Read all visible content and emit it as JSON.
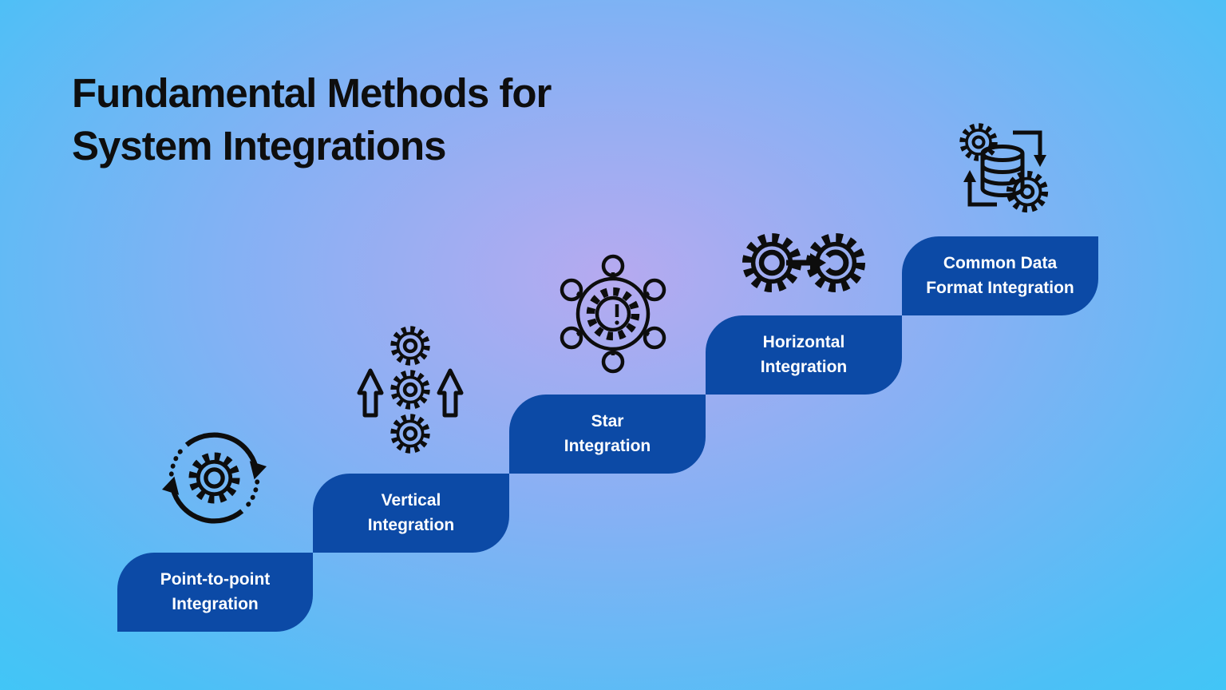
{
  "title": {
    "line1": "Fundamental Methods for",
    "line2": "System Integrations"
  },
  "steps": [
    {
      "label_line1": "Point-to-point",
      "label_line2": "Integration",
      "icon": "sync-gear-icon"
    },
    {
      "label_line1": "Vertical",
      "label_line2": "Integration",
      "icon": "stacked-gears-up-arrows-icon"
    },
    {
      "label_line1": "Star",
      "label_line2": "Integration",
      "icon": "gear-hub-network-icon"
    },
    {
      "label_line1": "Horizontal",
      "label_line2": "Integration",
      "icon": "gear-to-gear-arrow-icon"
    },
    {
      "label_line1": "Common Data",
      "label_line2": "Format Integration",
      "icon": "database-gears-cycle-icon"
    }
  ],
  "colors": {
    "step_background": "#0c4aa6",
    "label_text": "#ffffff",
    "title_text": "#0e0e0e",
    "icon_stroke": "#0d0d0d",
    "background_center": "#b6aaf0",
    "background_mid": "#84b1f4",
    "background_edge": "#4cc0f6",
    "background_corner": "#2dd0f8"
  }
}
